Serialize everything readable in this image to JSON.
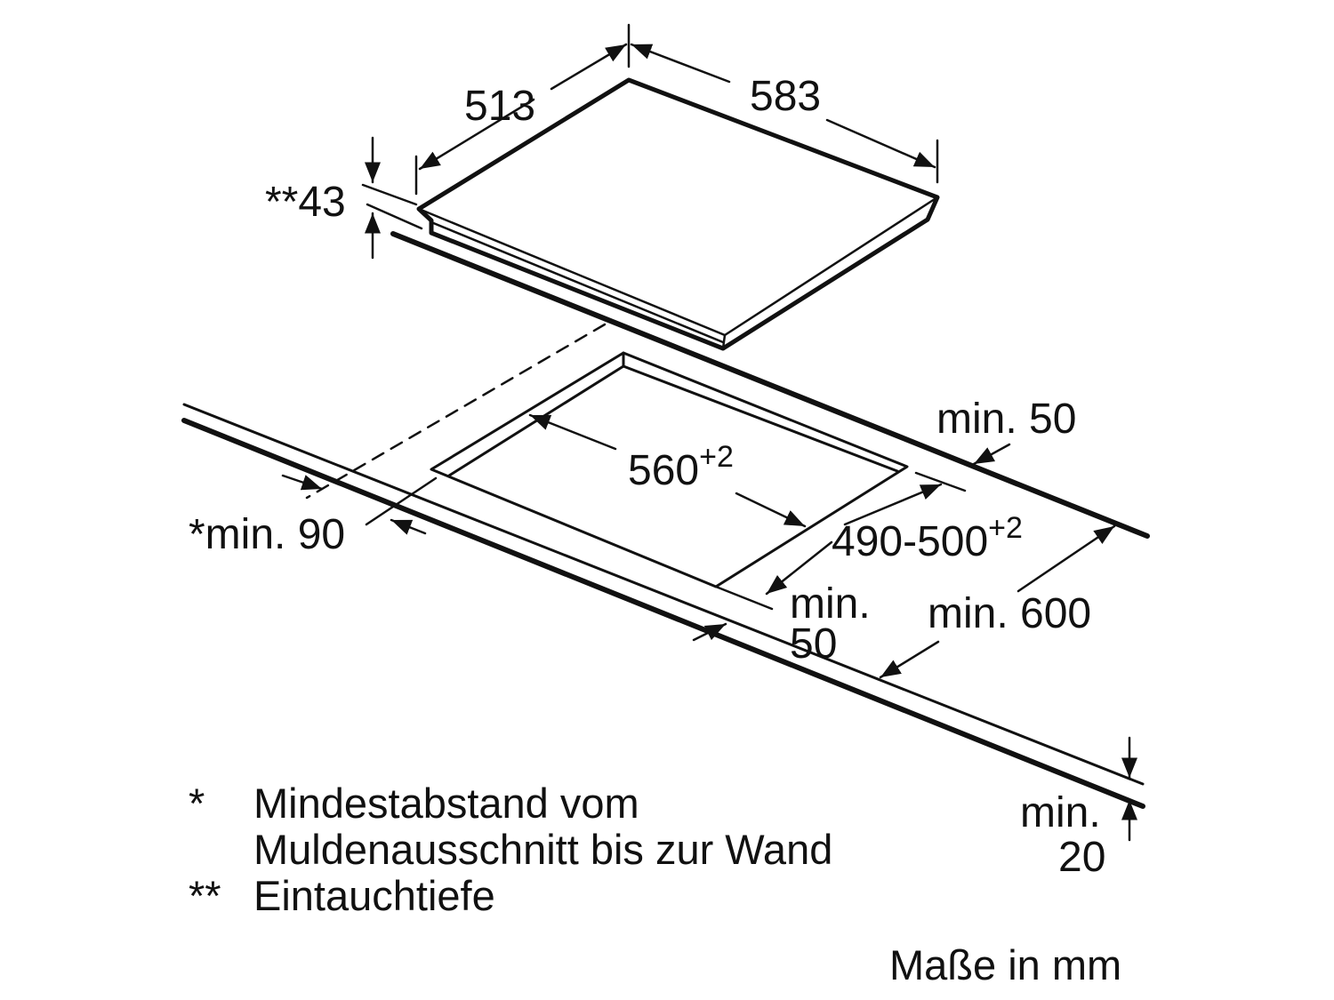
{
  "dimensions": {
    "hob_depth": "513",
    "hob_width": "583",
    "immersion_depth": "**43",
    "cutout_width": "560",
    "cutout_width_tol": "+2",
    "cutout_depth": "490-500",
    "cutout_depth_tol": "+2",
    "min_wall_back": "min. 50",
    "min_wall_side": "*min. 90",
    "min_front_line1": "min.",
    "min_front_line2": "50",
    "min_counter_depth": "min. 600",
    "min_thickness_line1": "min.",
    "min_thickness_line2": "20"
  },
  "legend": [
    {
      "marker": "*",
      "text_line1": "Mindestabstand vom",
      "text_line2": "Muldenausschnitt bis zur Wand"
    },
    {
      "marker": "**",
      "text_line1": "Eintauchtiefe"
    }
  ],
  "units_note": "Maße in mm",
  "colors": {
    "line": "#111111",
    "background": "#ffffff"
  }
}
